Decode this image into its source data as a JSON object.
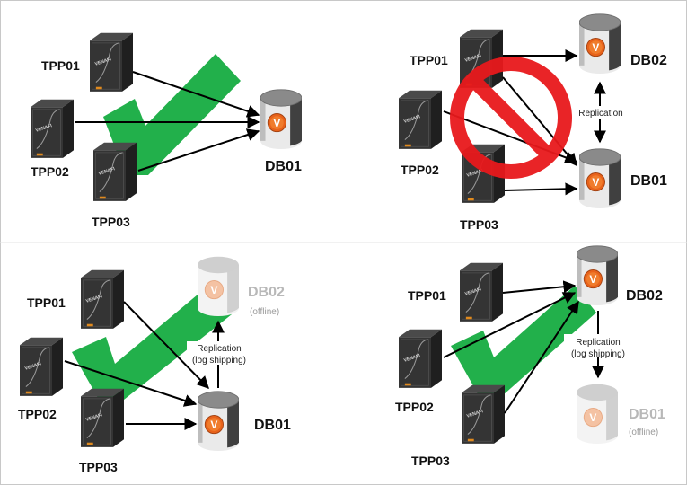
{
  "panels": {
    "top_left": {
      "servers": [
        "TPP01",
        "TPP02",
        "TPP03"
      ],
      "database": "DB01",
      "status": "allowed"
    },
    "top_right": {
      "servers": [
        "TPP01",
        "TPP02",
        "TPP03"
      ],
      "primary_db": "DB02",
      "secondary_db": "DB01",
      "replication_label": "Replication",
      "status": "prohibited"
    },
    "bottom_left": {
      "servers": [
        "TPP01",
        "TPP02",
        "TPP03"
      ],
      "offline_db": "DB02",
      "offline_label": "(offline)",
      "active_db": "DB01",
      "replication_line1": "Replication",
      "replication_line2": "(log shipping)",
      "status": "allowed"
    },
    "bottom_right": {
      "servers": [
        "TPP01",
        "TPP02",
        "TPP03"
      ],
      "active_db": "DB02",
      "offline_db": "DB01",
      "offline_label": "(offline)",
      "replication_line1": "Replication",
      "replication_line2": "(log shipping)",
      "status": "allowed"
    }
  },
  "colors": {
    "check": "#22b04b",
    "prohibit": "#e8191c",
    "server": "#2e2e2e",
    "database": "#8f8f8f",
    "arrow": "#000000",
    "border": "#c8c8c8"
  }
}
